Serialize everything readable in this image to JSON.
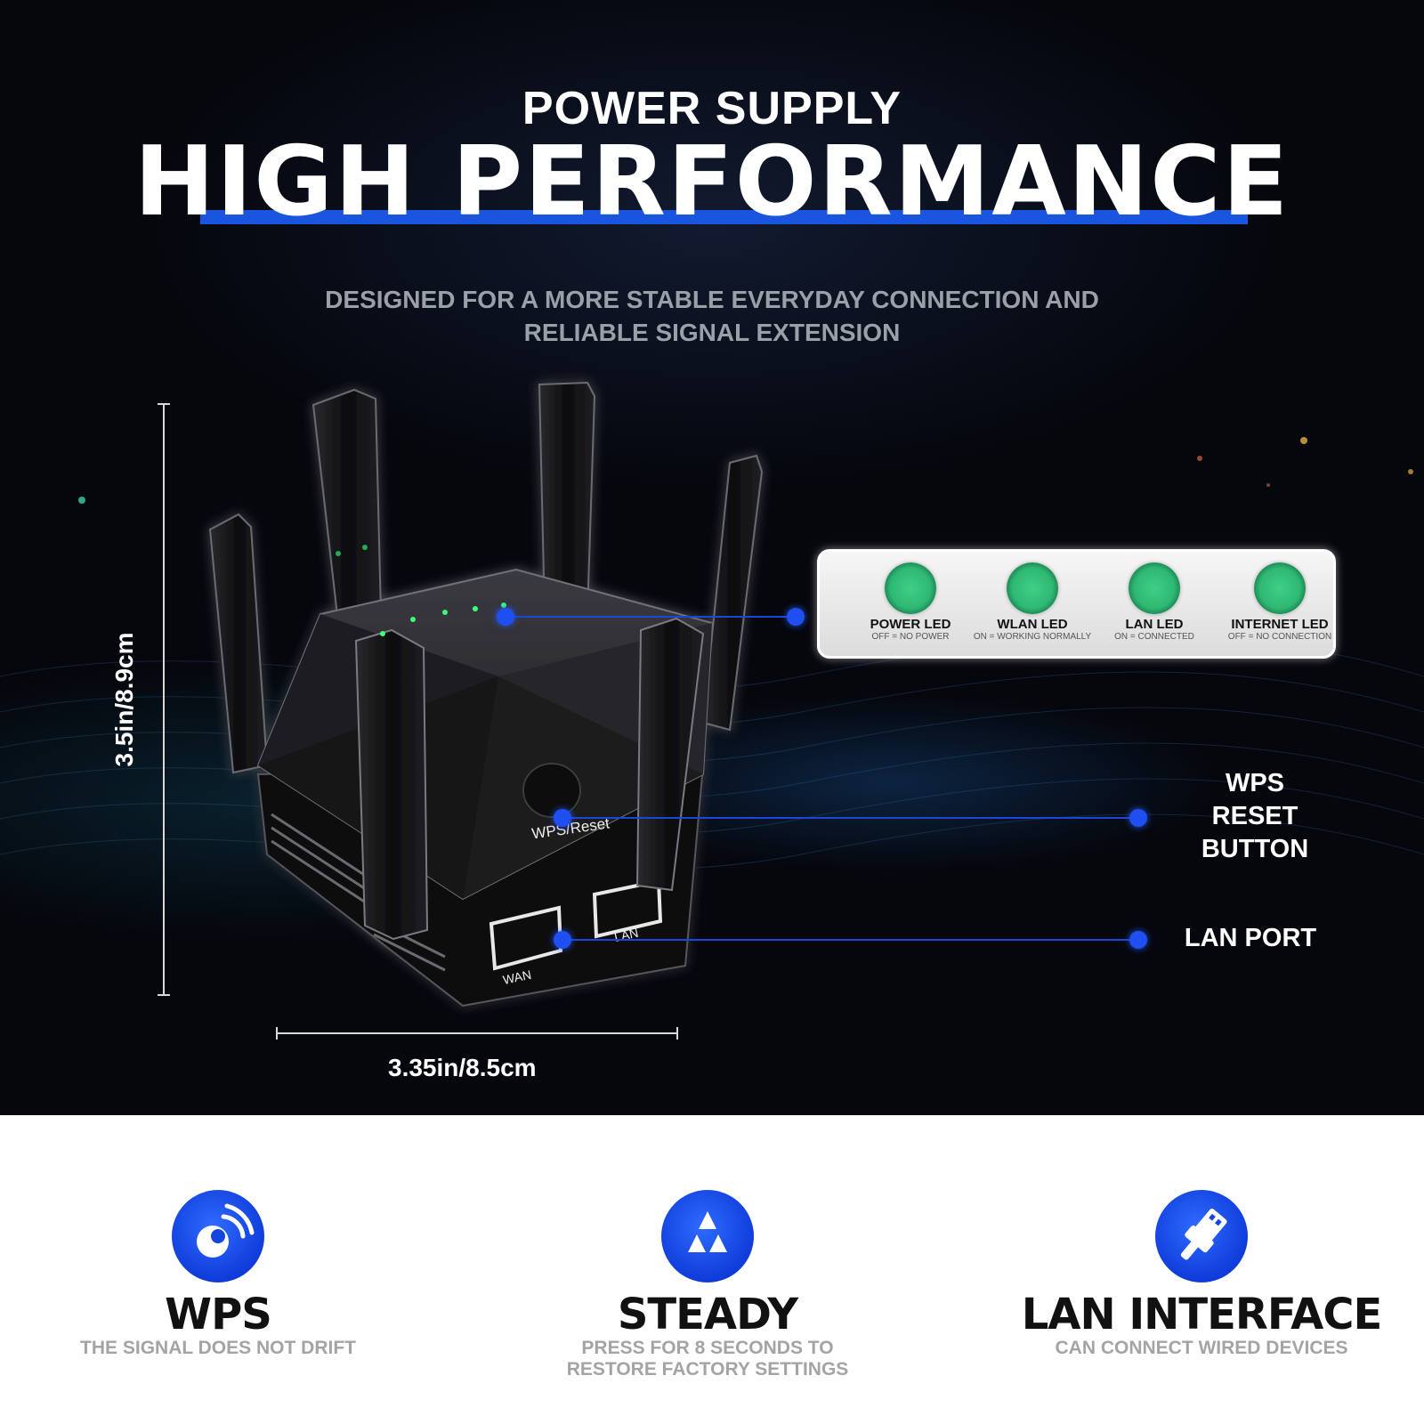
{
  "header": {
    "title_small": "POWER SUPPLY",
    "title_big": "HIGH PERFORMANCE",
    "subtitle_line1": "DESIGNED FOR A MORE STABLE EVERYDAY CONNECTION AND",
    "subtitle_line2": "RELIABLE SIGNAL EXTENSION"
  },
  "dimensions": {
    "height_label": "3.5in/8.9cm",
    "width_label": "3.35in/8.5cm"
  },
  "device": {
    "button_label": "WPS/Reset",
    "port_wan": "WAN",
    "port_lan": "LAN"
  },
  "leds": [
    {
      "name": "POWER LED",
      "desc": "OFF = NO POWER"
    },
    {
      "name": "WLAN LED",
      "desc": "ON = WORKING NORMALLY"
    },
    {
      "name": "LAN LED",
      "desc": "ON = CONNECTED"
    },
    {
      "name": "INTERNET LED",
      "desc": "OFF = NO CONNECTION"
    }
  ],
  "callouts": {
    "wps_line1": "WPS",
    "wps_line2": "RESET BUTTON",
    "lan_port": "LAN PORT"
  },
  "features": [
    {
      "icon": "wps-signal-icon",
      "title": "WPS",
      "desc_line1": "THE SIGNAL DOES NOT DRIFT",
      "desc_line2": ""
    },
    {
      "icon": "mountain-triangle-icon",
      "title": "STEADY",
      "desc_line1": "PRESS FOR 8 SECONDS TO",
      "desc_line2": "RESTORE FACTORY SETTINGS"
    },
    {
      "icon": "usb-plug-icon",
      "title": "LAN INTERFACE",
      "desc_line1": "CAN CONNECT WIRED DEVICES",
      "desc_line2": ""
    }
  ],
  "colors": {
    "accent_blue": "#1a55e0",
    "led_green": "#2fb873",
    "background_dark": "#04060b"
  }
}
